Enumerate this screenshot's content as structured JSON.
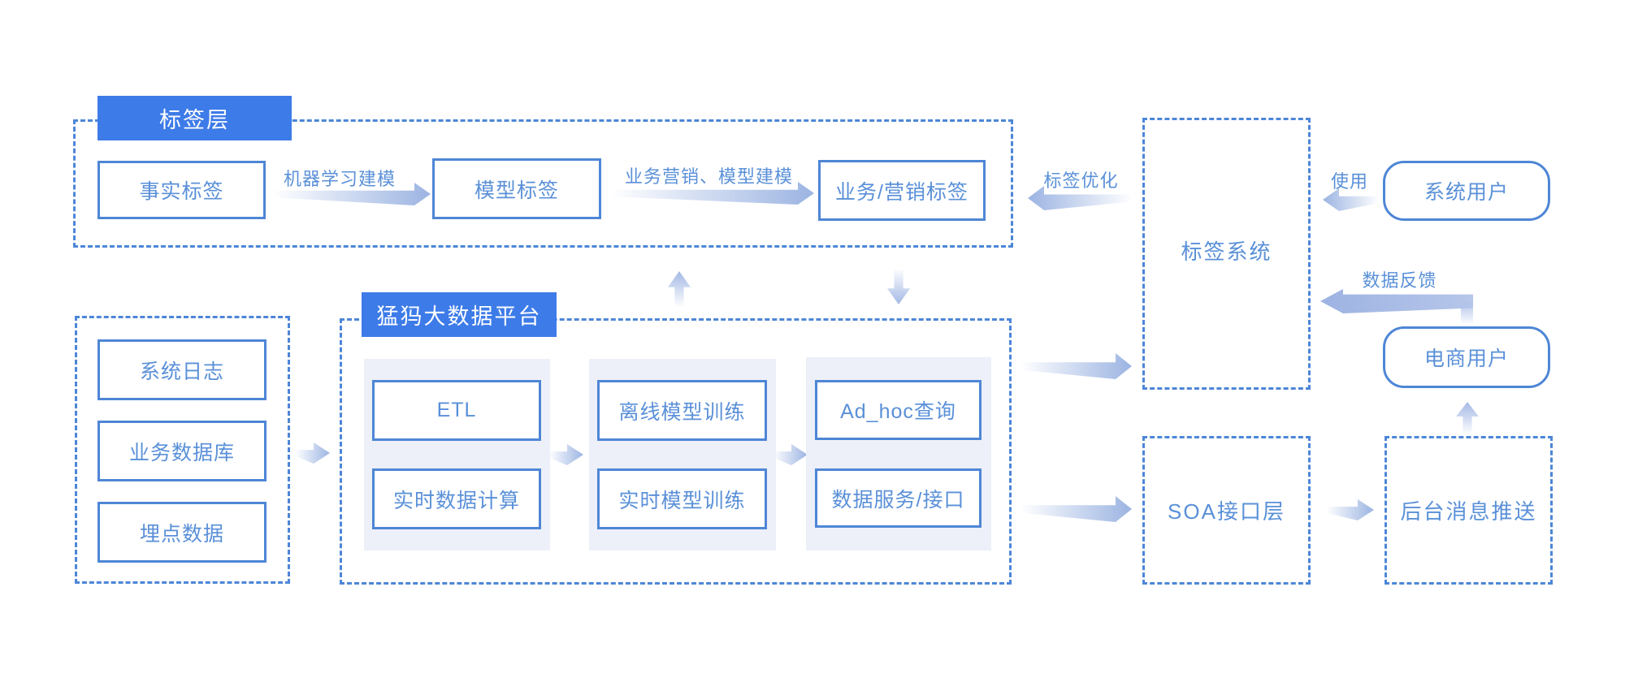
{
  "labelLayer": {
    "title": "标签层",
    "factLabel": "事实标签",
    "mlArrowLabel": "机器学习建模",
    "modelLabel": "模型标签",
    "bizArrowLabel": "业务营销、模型建模",
    "bizLabel": "业务/营销标签"
  },
  "sources": {
    "items": [
      "系统日志",
      "业务数据库",
      "埋点数据"
    ]
  },
  "platform": {
    "title": "猛犸大数据平台",
    "etl": "ETL",
    "realtimeCompute": "实时数据计算",
    "offlineTraining": "离线模型训练",
    "realtimeTraining": "实时模型训练",
    "adhocQuery": "Ad_hoc查询",
    "dataService": "数据服务/接口"
  },
  "right": {
    "tagOptimizeLabel": "标签优化",
    "tagSystem": "标签系统",
    "useLabel": "使用",
    "systemUser": "系统用户",
    "dataFeedbackLabel": "数据反馈",
    "ecommerceUser": "电商用户",
    "soaLayer": "SOA接口层",
    "messagePush": "后台消息推送"
  },
  "colors": {
    "primary": "#3d7be8",
    "boxBorder": "#4e86d6",
    "dashBorder": "#4d86d8",
    "textBlue": "#5a90d8",
    "panelBg": "#edf0f8",
    "arrowBlue": "#9cb4e2"
  }
}
